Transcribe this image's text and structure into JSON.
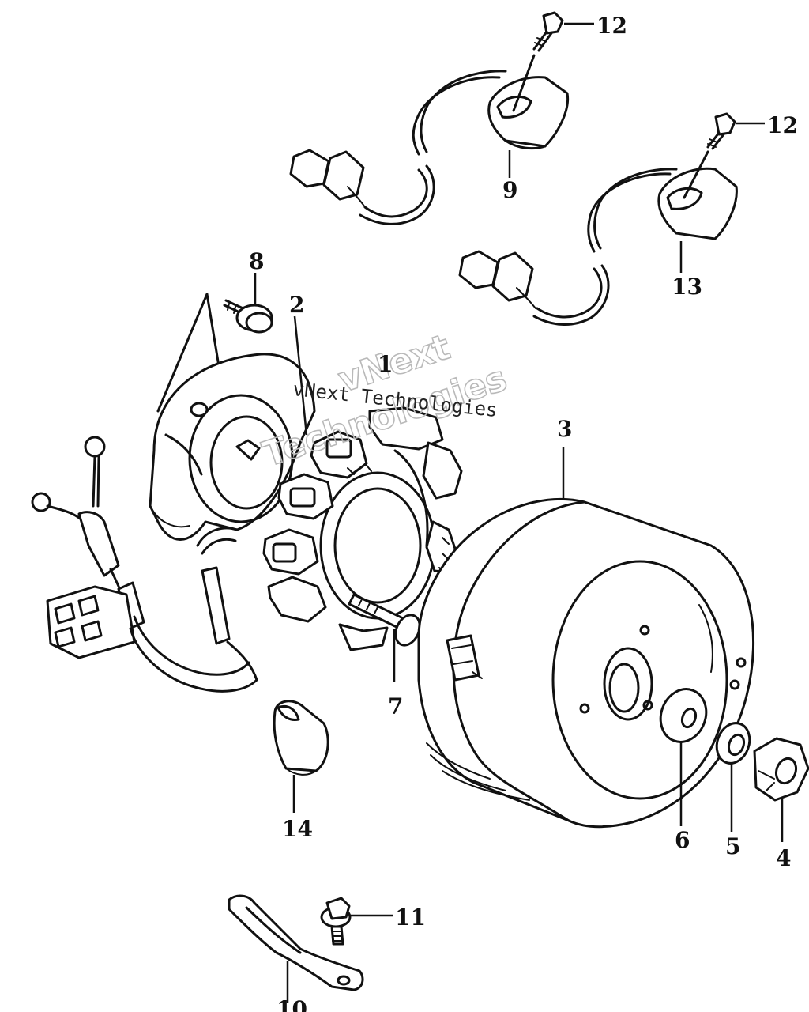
{
  "callouts": {
    "c1": "1",
    "c2": "2",
    "c3": "3",
    "c4": "4",
    "c5": "5",
    "c6": "6",
    "c7": "7",
    "c8": "8",
    "c9": "9",
    "c10": "10",
    "c11": "11",
    "c12a": "12",
    "c12b": "12",
    "c13": "13",
    "c14": "14"
  },
  "watermark": {
    "outline_line1": "vNext",
    "outline_line2": "Technologies",
    "text": "vNext Technologies"
  }
}
